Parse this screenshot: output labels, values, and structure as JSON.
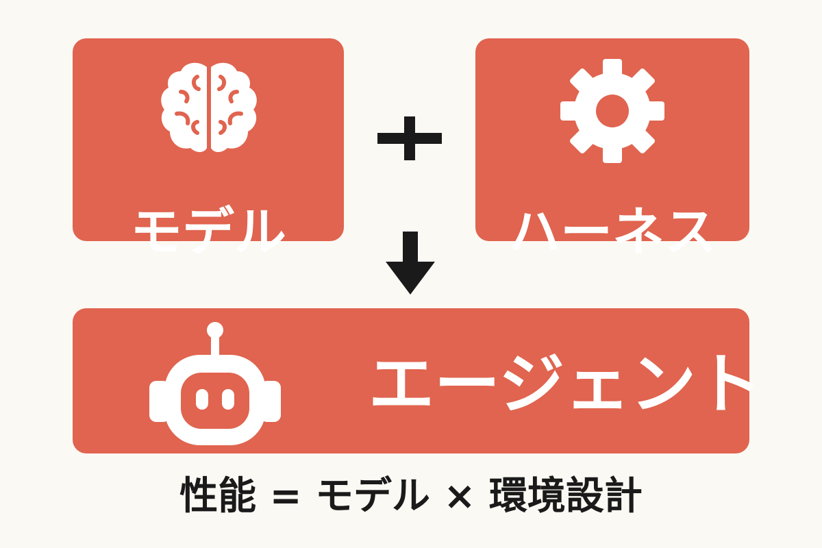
{
  "diagram": {
    "model_box": {
      "label": "モデル",
      "icon": "brain-icon",
      "color": "#e0644f"
    },
    "harness_box": {
      "label": "ハーネス",
      "icon": "gear-icon",
      "color": "#e0644f"
    },
    "agent_box": {
      "label": "エージェント",
      "icon": "robot-icon",
      "color": "#e0644f"
    },
    "operator_icon": "plus-icon",
    "result_arrow_icon": "down-arrow-icon",
    "formula": "性能 = モデル × 環境設計",
    "text_color": "#1a1a1a",
    "background": "#fbf9f4"
  }
}
